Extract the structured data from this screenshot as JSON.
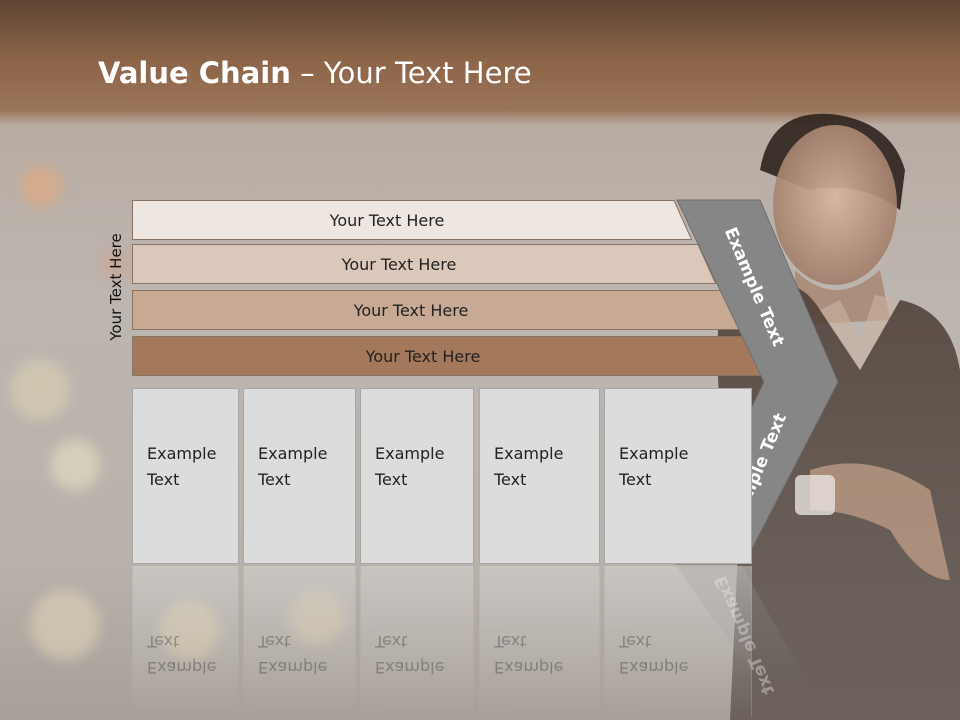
{
  "title": {
    "bold": "Value Chain",
    "rest": " – Your Text Here"
  },
  "side_label": "Your Text Here",
  "bars": [
    {
      "label": "Your Text Here",
      "color": "#ede6e1"
    },
    {
      "label": "Your Text Here",
      "color": "#dcc8bb"
    },
    {
      "label": "Your Text Here",
      "color": "#c7a994"
    },
    {
      "label": "Your Text Here",
      "color": "#a4785a"
    }
  ],
  "boxes": [
    {
      "line1": "Example",
      "line2": "Text"
    },
    {
      "line1": "Example",
      "line2": "Text"
    },
    {
      "line1": "Example",
      "line2": "Text"
    },
    {
      "line1": "Example",
      "line2": "Text"
    },
    {
      "line1": "Example",
      "line2": "Text"
    }
  ],
  "chevron": {
    "upper": "Example Text",
    "lower": "Example Text",
    "color": "#868686"
  }
}
